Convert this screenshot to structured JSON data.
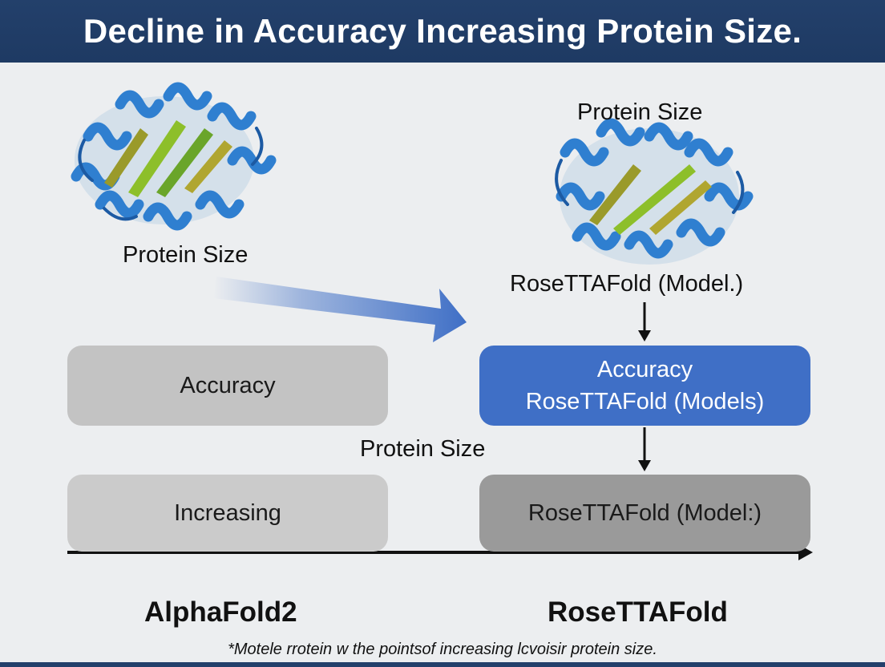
{
  "header": {
    "title": "Decline in Accuracy  Increasing Protein Size."
  },
  "left": {
    "protein_label": "Protein Size",
    "box_top": "Accuracy",
    "box_bottom": "Increasing",
    "column_title": "AlphaFold2"
  },
  "right": {
    "protein_label": "Protein Size",
    "model_label": "RoseTTAFold (Model.)",
    "box_top_line1": "Accuracy",
    "box_top_line2": "RoseTTAFold (Models)",
    "box_bottom": "RoseTTAFold (Model:)",
    "column_title": "RoseTTAFold"
  },
  "middle_label": "Protein Size",
  "footnote": "*Motele rrotein w the pointsof increasing lcvoisir protein size.",
  "colors": {
    "header": "#23406b",
    "blue_box": "#3f6fc6",
    "gray_box": "#c3c3c3",
    "dark_box": "#9a9a9a"
  }
}
